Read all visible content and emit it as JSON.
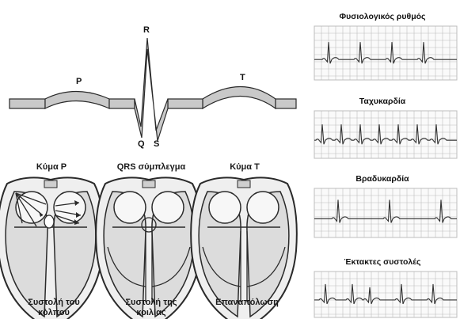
{
  "waveform": {
    "labels": {
      "p": "P",
      "r": "R",
      "q": "Q",
      "s": "S",
      "t": "T"
    }
  },
  "stages": [
    {
      "title": "Κύμα P",
      "caption_line1": "Συστολή του",
      "caption_line2": "κόλπου"
    },
    {
      "title": "QRS σύμπλεγμα",
      "caption_line1": "Συστολή της",
      "caption_line2": "κοιλίας"
    },
    {
      "title": "Κύμα T",
      "caption_line1": "Επαναπόλωση",
      "caption_line2": ""
    }
  ],
  "rhythms": [
    {
      "title": "Φυσιολογικός ρυθμός",
      "pattern": "normal"
    },
    {
      "title": "Ταχυκαρδία",
      "pattern": "tachycardia"
    },
    {
      "title": "Βραδυκαρδία",
      "pattern": "bradycardia"
    },
    {
      "title": "Έκτακτες συστολές",
      "pattern": "extrasystoles"
    }
  ],
  "colors": {
    "stroke": "#2a2a2a",
    "band_fill": "#c9c9c9",
    "grid": "#bdbdbd",
    "trace": "#333333"
  }
}
